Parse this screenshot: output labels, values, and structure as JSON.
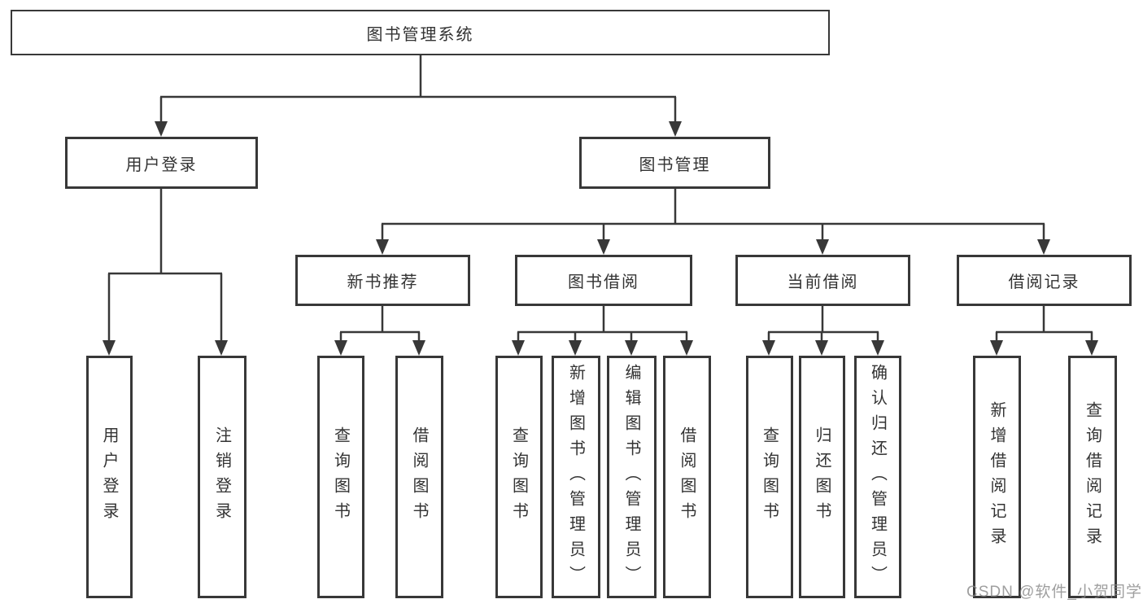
{
  "diagram_title": "图书管理系统",
  "watermark": "CSDN @软件_小贺同学",
  "colors": {
    "line": "#383838",
    "text": "#333333",
    "background": "#ffffff",
    "watermark": "#878787"
  },
  "tree": {
    "label": "图书管理系统",
    "children": [
      {
        "label": "用户登录",
        "children": [
          {
            "label": "用户登录"
          },
          {
            "label": "注销登录"
          }
        ]
      },
      {
        "label": "图书管理",
        "children": [
          {
            "label": "新书推荐",
            "children": [
              {
                "label": "查询图书"
              },
              {
                "label": "借阅图书"
              }
            ]
          },
          {
            "label": "图书借阅",
            "children": [
              {
                "label": "查询图书"
              },
              {
                "label": "新增图书（管理员）"
              },
              {
                "label": "编辑图书（管理员）"
              },
              {
                "label": "借阅图书"
              }
            ]
          },
          {
            "label": "当前借阅",
            "children": [
              {
                "label": "查询图书"
              },
              {
                "label": "归还图书"
              },
              {
                "label": "确认归还（管理员）"
              }
            ]
          },
          {
            "label": "借阅记录",
            "children": [
              {
                "label": "新增借阅记录"
              },
              {
                "label": "查询借阅记录"
              }
            ]
          }
        ]
      }
    ]
  }
}
